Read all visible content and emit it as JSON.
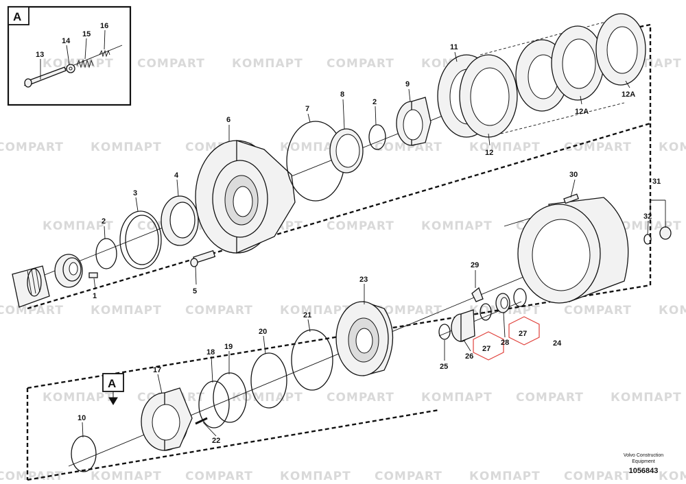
{
  "detail_box": {
    "letter": "A"
  },
  "callout": {
    "letter": "A"
  },
  "watermark": {
    "cyrillic": "КОМПАРТ",
    "latin": "COMPART"
  },
  "labels": {
    "l1": "1",
    "l2a": "2",
    "l2b": "2",
    "l3": "3",
    "l4": "4",
    "l5": "5",
    "l6": "6",
    "l7": "7",
    "l8": "8",
    "l9": "9",
    "l10": "10",
    "l11": "11",
    "l12": "12",
    "l12a1": "12A",
    "l12a2": "12A",
    "l13": "13",
    "l14": "14",
    "l15": "15",
    "l16": "16",
    "l17": "17",
    "l18": "18",
    "l19": "19",
    "l20": "20",
    "l21": "21",
    "l22": "22",
    "l23": "23",
    "l24": "24",
    "l25": "25",
    "l26": "26",
    "l27a": "27",
    "l27b": "27",
    "l28": "28",
    "l29": "29",
    "l30": "30",
    "l31": "31",
    "l32": "32"
  },
  "footer": {
    "line1": "Volvo Construction",
    "line2": "Equipment",
    "number": "1056843"
  },
  "colors": {
    "highlight": "#e0403a",
    "watermark": "#d9d9d9",
    "ink": "#111111"
  }
}
